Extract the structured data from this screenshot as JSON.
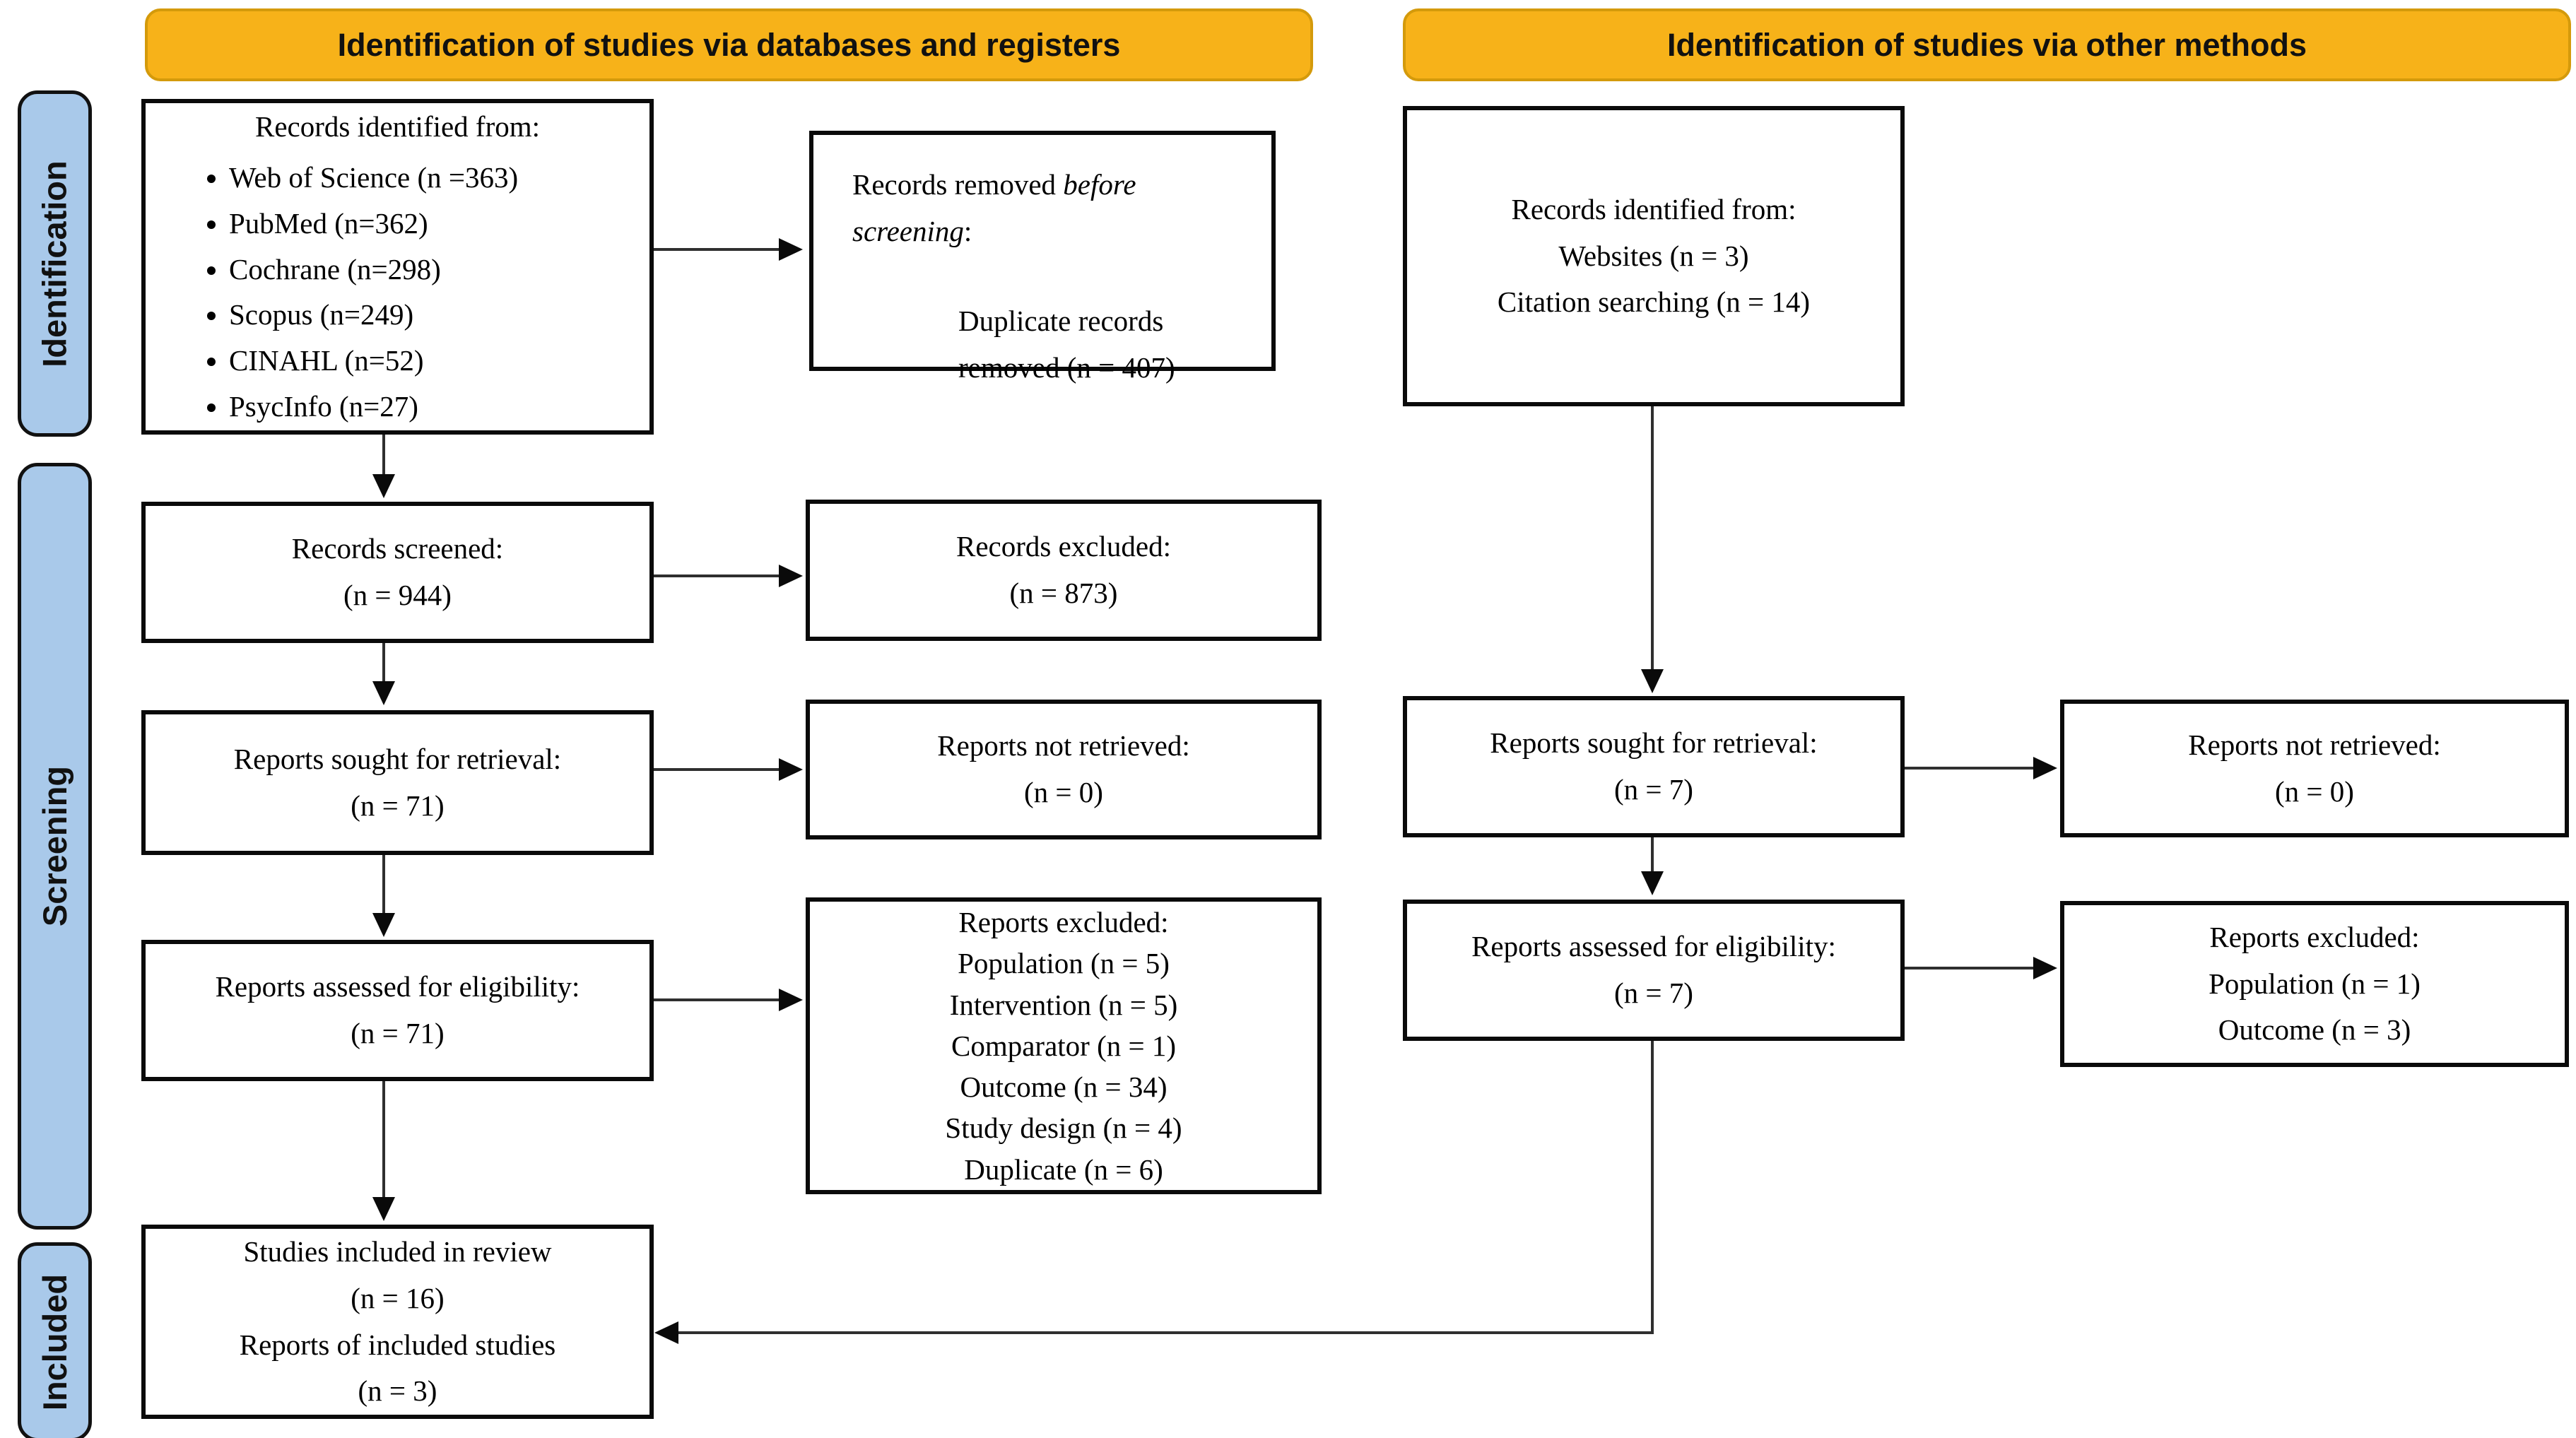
{
  "banners": {
    "databases": "Identification of studies via databases and registers",
    "other": "Identification of studies via other methods"
  },
  "stages": {
    "identification": "Identification",
    "screening": "Screening",
    "included": "Included"
  },
  "colors": {
    "banner_fill": "#F7B219",
    "banner_border": "#D49A0B",
    "stage_fill": "#A9C9EA",
    "box_border": "#0A0A0A",
    "connector": "#2F2F2F"
  },
  "boxes": {
    "db_identified": {
      "title": "Records identified from:",
      "items": [
        "Web of Science (n =363)",
        "PubMed (n=362)",
        "Cochrane (n=298)",
        "Scopus (n=249)",
        "CINAHL (n=52)",
        "PsycInfo (n=27)"
      ]
    },
    "removed_before": {
      "prefix": "Records removed ",
      "italic": "before screening",
      "suffix": ":",
      "detail": "Duplicate records removed (n = 407)"
    },
    "records_screened": {
      "line1": "Records screened:",
      "line2": "(n = 944)"
    },
    "records_excluded": {
      "line1": "Records excluded:",
      "line2": "(n = 873)"
    },
    "reports_sought_db": {
      "line1": "Reports sought for retrieval:",
      "line2": "(n = 71)"
    },
    "reports_not_retrieved_db": {
      "line1": "Reports not retrieved:",
      "line2": "(n = 0)"
    },
    "reports_assessed_db": {
      "line1": "Reports assessed for eligibility:",
      "line2": "(n = 71)"
    },
    "reports_excluded_db": {
      "title": "Reports excluded:",
      "items": [
        "Population (n = 5)",
        "Intervention (n = 5)",
        "Comparator (n = 1)",
        "Outcome (n = 34)",
        "Study design (n = 4)",
        "Duplicate (n = 6)"
      ]
    },
    "other_identified": {
      "line1": "Records identified from:",
      "line2": "Websites (n = 3)",
      "line3": "Citation searching (n = 14)"
    },
    "reports_sought_other": {
      "line1": "Reports sought for retrieval:",
      "line2": "(n = 7)"
    },
    "reports_not_retrieved_other": {
      "line1": "Reports not retrieved:",
      "line2": "(n = 0)"
    },
    "reports_assessed_other": {
      "line1": "Reports assessed for eligibility:",
      "line2": "(n = 7)"
    },
    "reports_excluded_other": {
      "title": "Reports excluded:",
      "items": [
        "Population (n = 1)",
        "Outcome (n = 3)"
      ]
    },
    "included": {
      "line1": "Studies included in review",
      "line2": "(n = 16)",
      "line3": "Reports of included studies",
      "line4": "(n = 3)"
    }
  }
}
